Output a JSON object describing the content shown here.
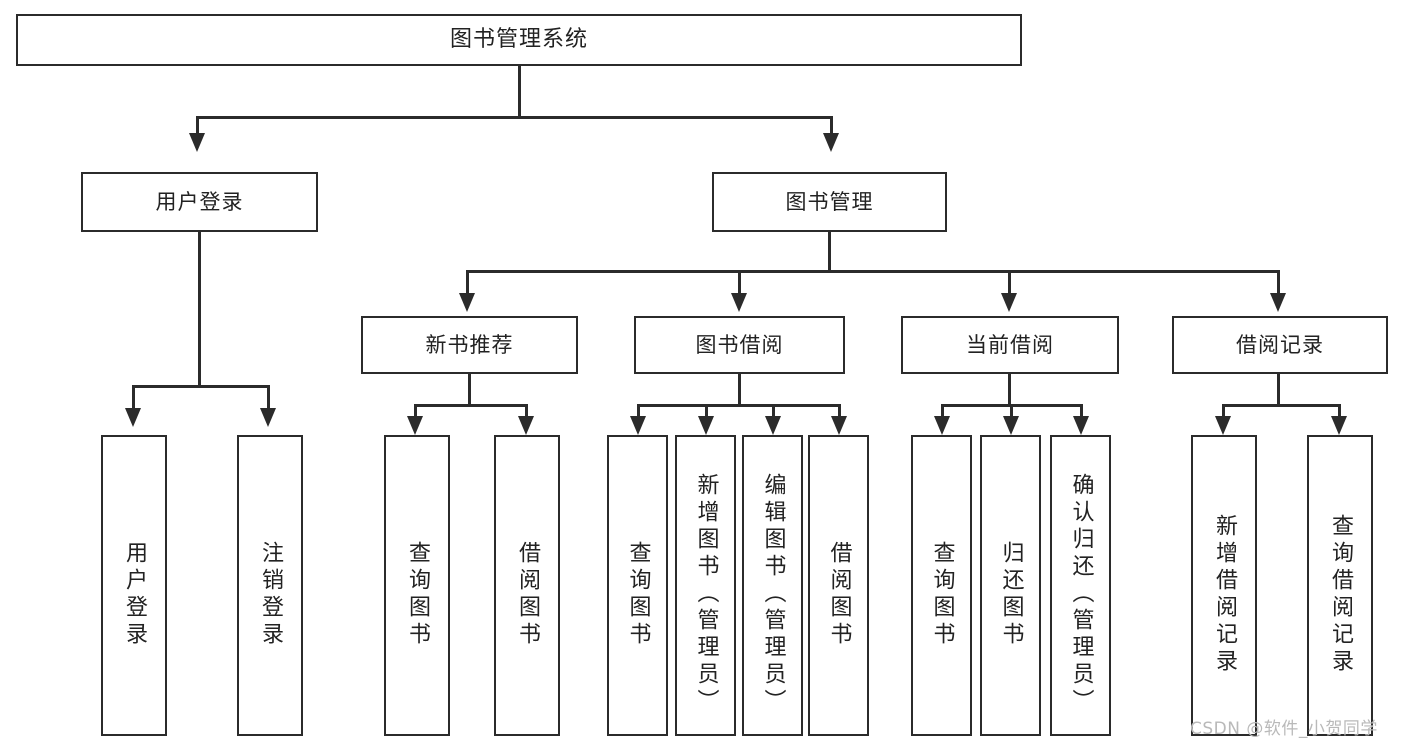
{
  "diagram": {
    "type": "tree",
    "title": "图书管理系统",
    "background_color": "#ffffff",
    "line_color": "#2b2b2b",
    "text_color": "#222222"
  },
  "nodes": {
    "root": {
      "label": "图书管理系统"
    },
    "level2": [
      {
        "label": "用户登录"
      },
      {
        "label": "图书管理"
      }
    ],
    "level3": [
      {
        "label": "新书推荐"
      },
      {
        "label": "图书借阅"
      },
      {
        "label": "当前借阅"
      },
      {
        "label": "借阅记录"
      }
    ],
    "leaves_user_login": [
      {
        "label": "用户登录"
      },
      {
        "label": "注销登录"
      }
    ],
    "leaves_new_book": [
      {
        "label": "查询图书"
      },
      {
        "label": "借阅图书"
      }
    ],
    "leaves_borrow": [
      {
        "label": "查询图书"
      },
      {
        "label": "新增图书（管理员）"
      },
      {
        "label": "编辑图书（管理员）"
      },
      {
        "label": "借阅图书"
      }
    ],
    "leaves_current": [
      {
        "label": "查询图书"
      },
      {
        "label": "归还图书"
      },
      {
        "label": "确认归还（管理员）"
      }
    ],
    "leaves_record": [
      {
        "label": "新增借阅记录"
      },
      {
        "label": "查询借阅记录"
      }
    ]
  },
  "watermark": {
    "text": "CSDN @软件_小贺同学"
  }
}
